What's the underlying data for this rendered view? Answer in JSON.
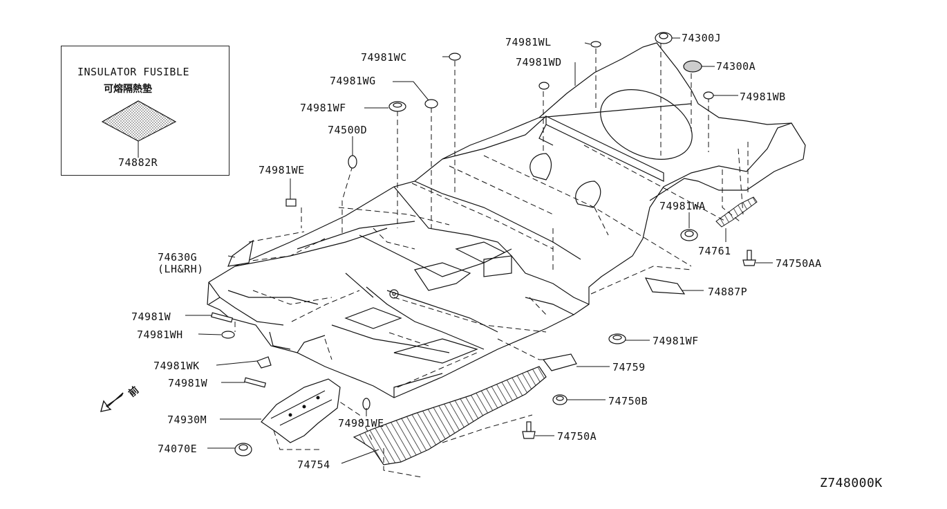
{
  "inset": {
    "title": "INSULATOR FUSIBLE",
    "subtitle": "可熔隔熱墊",
    "part": "74882R"
  },
  "diagram_code": "Z748000K",
  "front_mark": "前",
  "parts": [
    {
      "id": "74981WC",
      "label": "74981WC"
    },
    {
      "id": "74981WL",
      "label": "74981WL"
    },
    {
      "id": "74300J",
      "label": "74300J"
    },
    {
      "id": "74981WD",
      "label": "74981WD"
    },
    {
      "id": "74300A",
      "label": "74300A"
    },
    {
      "id": "74981WG",
      "label": "74981WG"
    },
    {
      "id": "74981WB",
      "label": "74981WB"
    },
    {
      "id": "74981WF-top",
      "label": "74981WF"
    },
    {
      "id": "74500D",
      "label": "74500D"
    },
    {
      "id": "74981WE-top",
      "label": "74981WE"
    },
    {
      "id": "74981WA",
      "label": "74981WA"
    },
    {
      "id": "74630G",
      "label": "74630G"
    },
    {
      "id": "74630G-sub",
      "label": "(LH&RH)"
    },
    {
      "id": "74761",
      "label": "74761"
    },
    {
      "id": "74750AA",
      "label": "74750AA"
    },
    {
      "id": "74887P",
      "label": "74887P"
    },
    {
      "id": "74981W-a",
      "label": "74981W"
    },
    {
      "id": "74981WH",
      "label": "74981WH"
    },
    {
      "id": "74981WF-bot",
      "label": "74981WF"
    },
    {
      "id": "74981WK",
      "label": "74981WK"
    },
    {
      "id": "74759",
      "label": "74759"
    },
    {
      "id": "74981W-b",
      "label": "74981W"
    },
    {
      "id": "74750B",
      "label": "74750B"
    },
    {
      "id": "74930M",
      "label": "74930M"
    },
    {
      "id": "74981WE-bot",
      "label": "74981WE"
    },
    {
      "id": "74750A",
      "label": "74750A"
    },
    {
      "id": "74070E",
      "label": "74070E"
    },
    {
      "id": "74754",
      "label": "74754"
    }
  ]
}
